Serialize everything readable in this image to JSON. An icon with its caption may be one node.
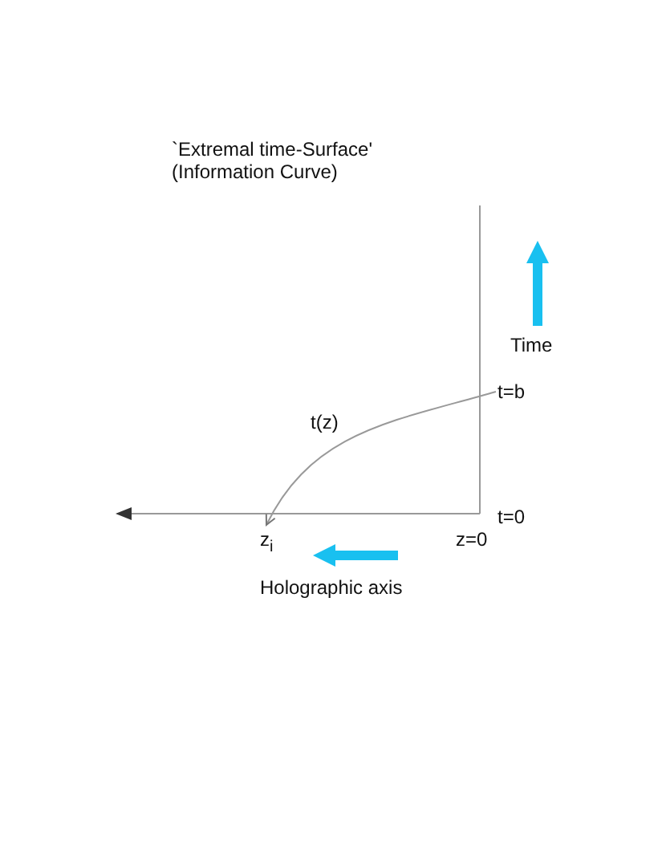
{
  "diagram": {
    "title": "`Extremal time-Surface' (Information Curve)",
    "nodes": [
      {
        "text": [
          "t=b"
        ]
      },
      {
        "text": [
          "z$_{i}$"
        ]
      }
    ],
    "edges": [
      {
        "from": 0,
        "to": 1,
        "arrow": "to",
        "label": "t(z)"
      }
    ],
    "labels": [
      "Time",
      "t=0",
      "z=0",
      "Holographic axis"
    ]
  }
}
